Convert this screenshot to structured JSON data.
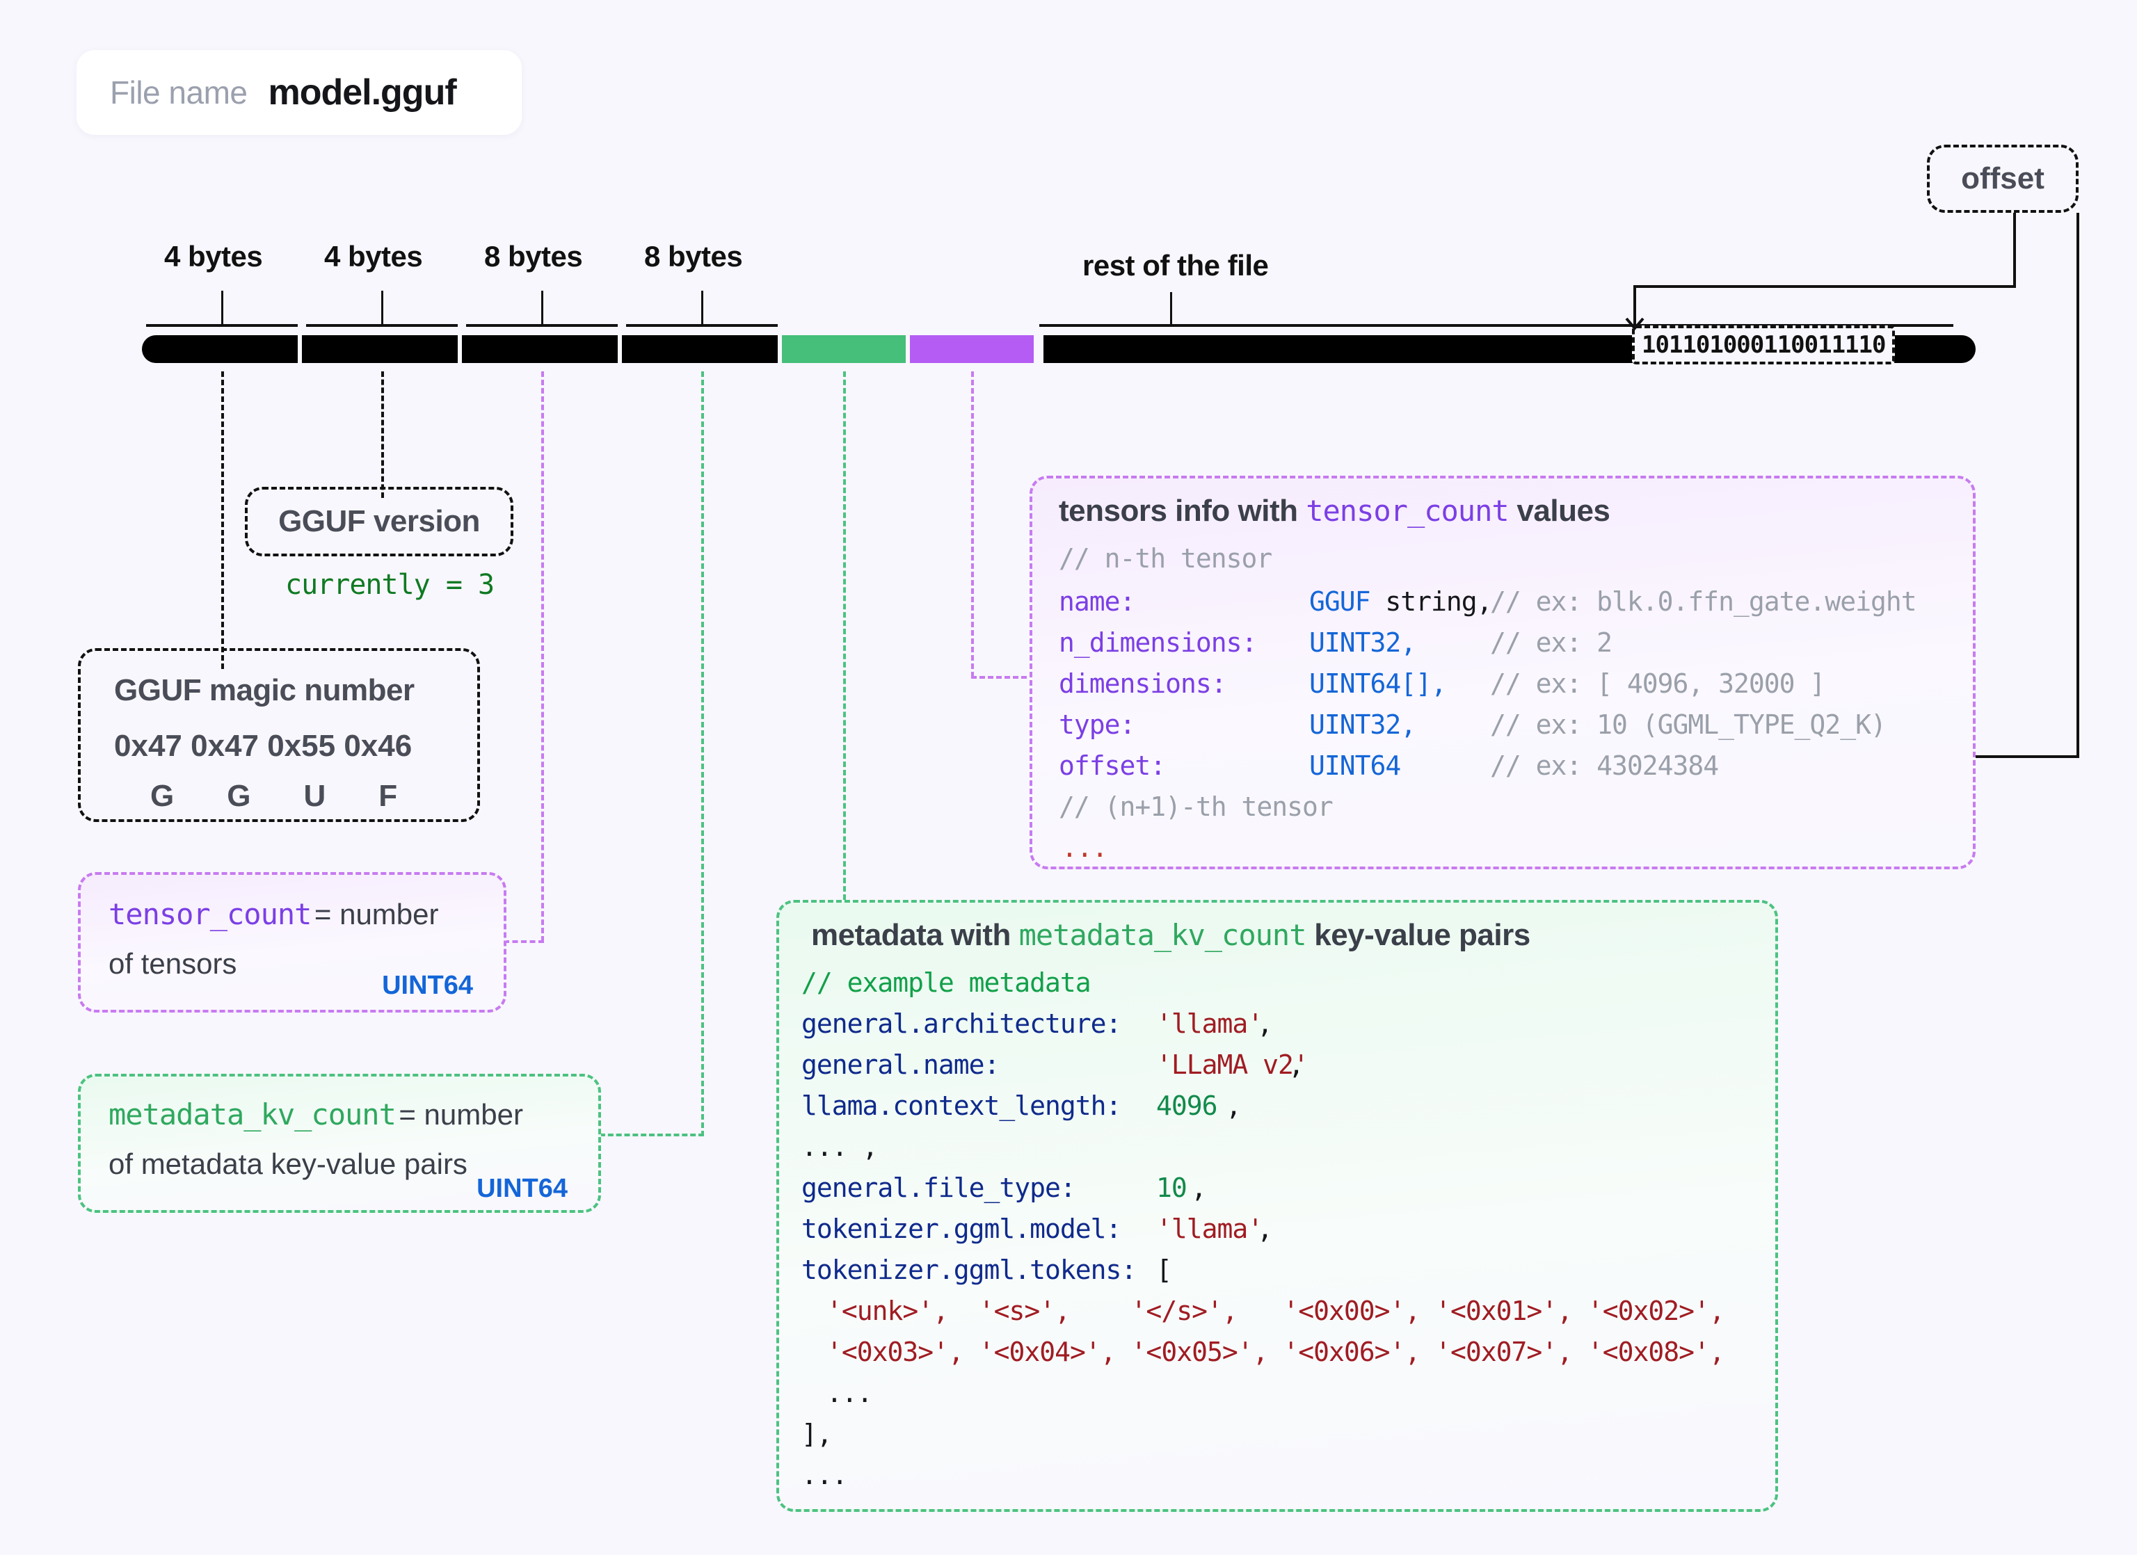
{
  "file": {
    "label": "File name",
    "name": "model.gguf"
  },
  "colors": {
    "background": "#f8f7fd",
    "black": "#000000",
    "green": "#45bf79",
    "purple": "#b45cf4",
    "type_blue": "#1466d8",
    "key_purple": "#7b3fe4",
    "meta_key_navy": "#0f2a8c",
    "string_red": "#a01c22"
  },
  "ruler": {
    "segments": [
      {
        "label": "4 bytes"
      },
      {
        "label": "4 bytes"
      },
      {
        "label": "8 bytes"
      },
      {
        "label": "8 bytes"
      }
    ],
    "rest_label": "rest of the file"
  },
  "bar": {
    "binary_sample": "101101000110011110"
  },
  "offset_callout": {
    "label": "offset"
  },
  "magic_box": {
    "title": "GGUF magic number",
    "hex": "0x47 0x47 0x55 0x46",
    "chars": [
      "G",
      "G",
      "U",
      "F"
    ]
  },
  "version_box": {
    "title": "GGUF version",
    "note": "currently = 3"
  },
  "tensor_count_box": {
    "name": "tensor_count",
    "text": "= number",
    "text2": "of tensors",
    "type": "UINT64"
  },
  "metadata_count_box": {
    "name": "metadata_kv_count",
    "text": "= number",
    "text2": "of metadata key-value pairs",
    "type": "UINT64"
  },
  "tensors_panel": {
    "title_pre": "tensors info with ",
    "title_code": "tensor_count",
    "title_post": " values",
    "comment_top": "// n-th tensor",
    "rows": [
      {
        "key": "name:",
        "type": "GGUF string,",
        "comment": "// ex: blk.0.ffn_gate.weight"
      },
      {
        "key": "n_dimensions:",
        "type": "UINT32,",
        "comment": "// ex: 2"
      },
      {
        "key": "dimensions:",
        "type": "UINT64[],",
        "comment": "// ex: [ 4096, 32000 ]"
      },
      {
        "key": "type:",
        "type": "UINT32,",
        "comment": "// ex: 10 (GGML_TYPE_Q2_K)"
      },
      {
        "key": "offset:",
        "type": "UINT64",
        "comment": "// ex: 43024384"
      }
    ],
    "comment_bottom": "// (n+1)-th tensor",
    "ellipsis": "..."
  },
  "metadata_panel": {
    "title_pre": "metadata with ",
    "title_code": "metadata_kv_count",
    "title_post": " key-value pairs",
    "comment": "// example metadata",
    "pairs": [
      {
        "key": "general.architecture:",
        "value": "'llama'",
        "kind": "string"
      },
      {
        "key": "general.name:",
        "value": "'LLaMA v2'",
        "kind": "string"
      },
      {
        "key": "llama.context_length:",
        "value": "4096",
        "kind": "number"
      }
    ],
    "gap": "... ,",
    "pairs2": [
      {
        "key": "general.file_type:",
        "value": "10",
        "kind": "number"
      },
      {
        "key": "tokenizer.ggml.model:",
        "value": "'llama'",
        "kind": "string"
      }
    ],
    "tokens_key": "tokenizer.ggml.tokens:",
    "tokens_open": "[",
    "tokens_rows": [
      "'<unk>',  '<s>',    '</s>',   '<0x00>', '<0x01>', '<0x02>',",
      "'<0x03>', '<0x04>', '<0x05>', '<0x06>', '<0x07>', '<0x08>',"
    ],
    "tokens_ellipsis": "...",
    "tokens_close": "],",
    "tail_ellipsis": "..."
  }
}
